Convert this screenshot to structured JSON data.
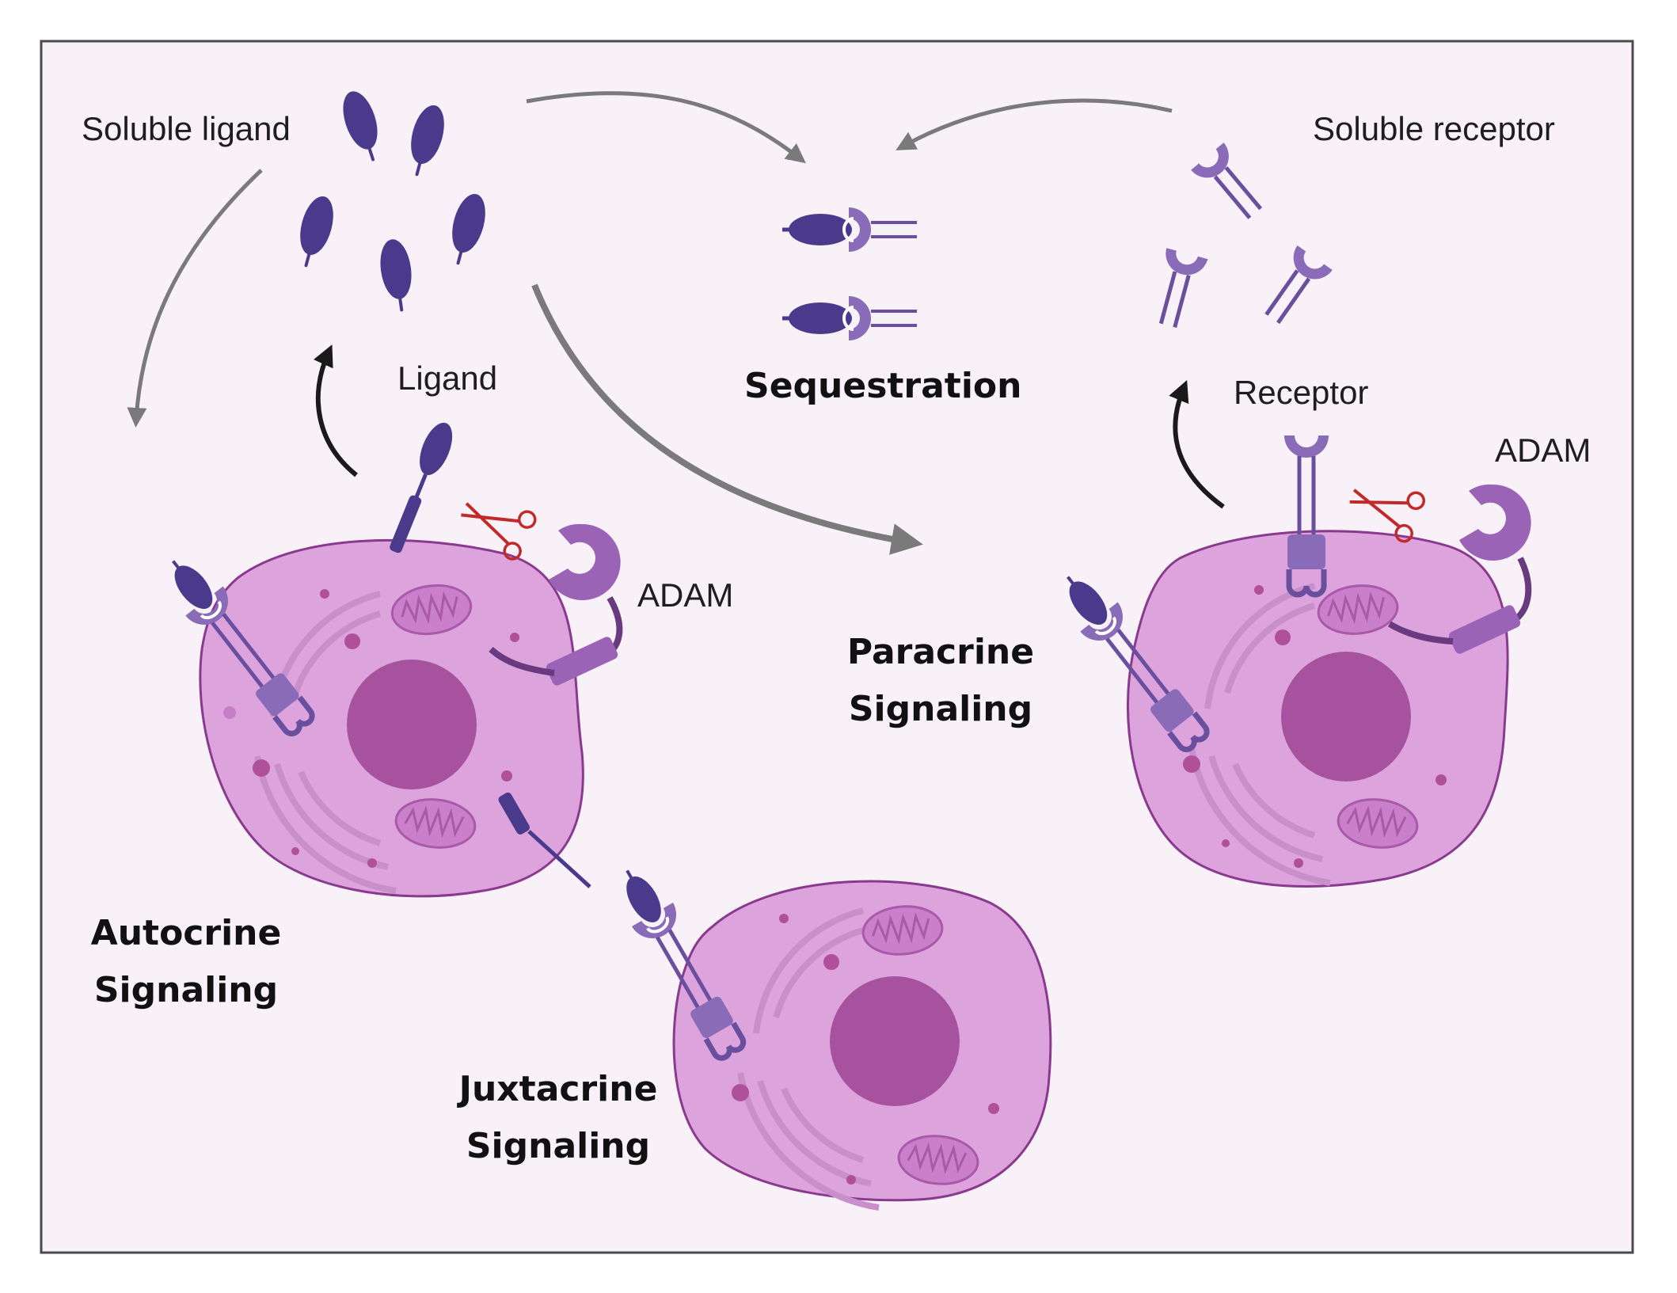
{
  "colors": {
    "panel_background": "#f8f1f7",
    "panel_border": "#4a4a4a",
    "cell_fill": "#dda3dd",
    "cell_stroke": "#8a3a8e",
    "nucleus": "#a6529e",
    "organelle": "#c97fca",
    "granule": "#b0509a",
    "ligand": "#4a3a8c",
    "receptor": "#8a6bb8",
    "receptor_light": "#a889cc",
    "adam": "#9a63b6",
    "scissors": "#c22a2a",
    "arrow_grey": "#7a7a7a",
    "arrow_black": "#1a1a1a"
  },
  "labels": {
    "soluble_ligand": "Soluble ligand",
    "soluble_receptor": "Soluble receptor",
    "ligand": "Ligand",
    "receptor": "Receptor",
    "adam_left": "ADAM",
    "adam_right": "ADAM",
    "sequestration": "Sequestration",
    "paracrine_line1": "Paracrine",
    "paracrine_line2": "Signaling",
    "autocrine_line1": "Autocrine",
    "autocrine_line2": "Signaling",
    "juxtacrine_line1": "Juxtacrine",
    "juxtacrine_line2": "Signaling"
  },
  "icons": {
    "cleavage": "scissors-icon",
    "ligand": "ligand-icon",
    "receptor": "receptor-icon",
    "protease": "adam-protease-icon"
  }
}
